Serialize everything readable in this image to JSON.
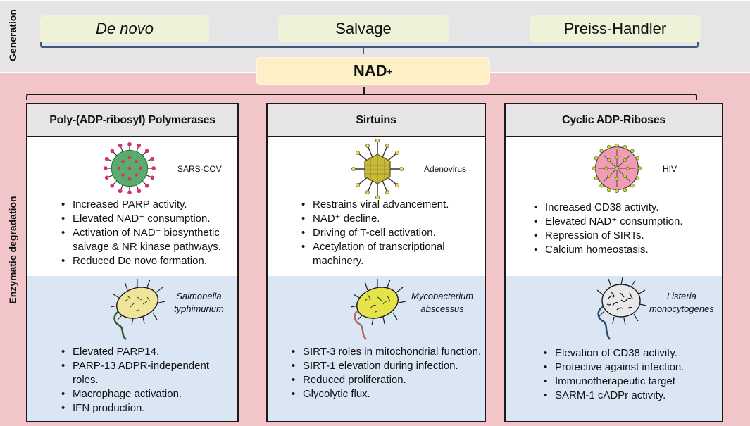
{
  "side_labels": {
    "generation": "Generation",
    "degradation": "Enzymatic degradation"
  },
  "generation_pathways": [
    {
      "label": "De novo",
      "italic": true
    },
    {
      "label": "Salvage",
      "italic": false
    },
    {
      "label": "Preiss-Handler",
      "italic": false
    }
  ],
  "center_node": {
    "label": "NAD",
    "superscript": "+"
  },
  "colors": {
    "generation_band": "#e6e4e6",
    "degradation_band": "#f2c6c8",
    "pathway_pill": "#eef2d8",
    "nad_box": "#fdf0c6",
    "column_header": "#e6e4e6",
    "virus_panel": "#ffffff",
    "bacteria_panel": "#dae6f3"
  },
  "columns": [
    {
      "title": "Poly-(ADP-ribosyl) Polymerases",
      "virus": {
        "name": "SARS-COV",
        "icon": "coronavirus-icon",
        "bullets": [
          "Increased PARP activity.",
          "Elevated NAD⁺ consumption.",
          "Activation of NAD⁺ biosynthetic salvage & NR kinase pathways.",
          "Reduced De novo formation."
        ]
      },
      "bacterium": {
        "name_line1": "Salmonella",
        "name_line2": "typhimurium",
        "icon": "salmonella-bacterium-icon",
        "bullets": [
          "Elevated PARP14.",
          "PARP-13 ADPR-independent roles.",
          "Macrophage activation.",
          "IFN production."
        ]
      }
    },
    {
      "title": "Sirtuins",
      "virus": {
        "name": "Adenovirus",
        "icon": "adenovirus-icon",
        "bullets": [
          "Restrains viral advancement.",
          "NAD⁺ decline.",
          "Driving of T-cell activation.",
          "Acetylation of transcriptional machinery."
        ]
      },
      "bacterium": {
        "name_line1": "Mycobacterium",
        "name_line2": "abscessus",
        "icon": "mycobacterium-icon",
        "bullets": [
          "SIRT-3 roles in mitochondrial function.",
          "SIRT-1 elevation during infection.",
          "Reduced proliferation.",
          "Glycolytic flux."
        ]
      }
    },
    {
      "title": "Cyclic ADP-Riboses",
      "virus": {
        "name": "HIV",
        "icon": "hiv-virus-icon",
        "bullets": [
          "Increased CD38 activity.",
          "Elevated NAD⁺ consumption.",
          "Repression of SIRTs.",
          "Calcium homeostasis."
        ]
      },
      "bacterium": {
        "name_line1": "Listeria",
        "name_line2": "monocytogenes",
        "icon": "listeria-bacterium-icon",
        "bullets": [
          "Elevation of CD38 activity.",
          "Protective against infection.",
          "Immunotherapeutic target",
          "SARM-1 cADPr activity."
        ]
      }
    }
  ]
}
